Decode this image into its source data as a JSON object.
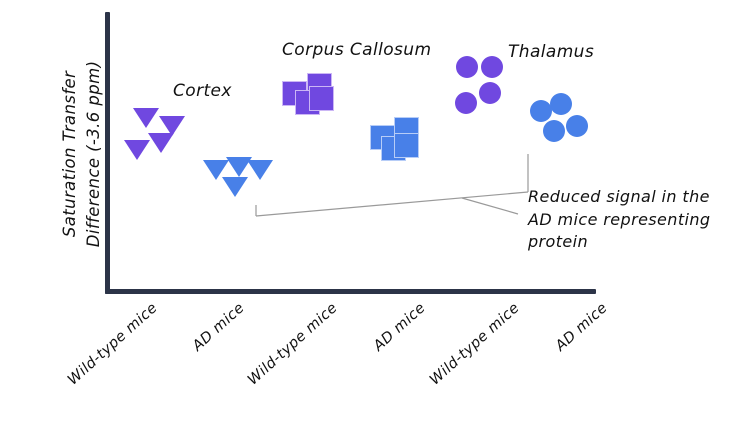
{
  "chart_data": {
    "type": "scatter",
    "title": "",
    "xlabel": "",
    "ylabel": "Saturation Transfer Difference (-3.6 ppm)",
    "grid": false,
    "legend": "none",
    "categories": [
      "Wild-type mice",
      "AD mice",
      "Wild-type mice",
      "AD mice",
      "Wild-type mice",
      "AD mice"
    ],
    "group_labels": [
      "Cortex",
      "Corpus Callosum",
      "Thalamus"
    ],
    "annotations": [
      "Reduced signal in the",
      "AD mice representing",
      "protein"
    ],
    "series": [
      {
        "name": "Cortex — Wild-type mice",
        "region": "Cortex",
        "genotype": "Wild-type mice",
        "marker": "triangle-down",
        "color": "#7048e0",
        "points": [
          {
            "x": 1,
            "y": 0.78
          },
          {
            "x": 1,
            "y": 0.72
          },
          {
            "x": 1,
            "y": 0.64
          },
          {
            "x": 1,
            "y": 0.6
          }
        ]
      },
      {
        "name": "Cortex — AD mice",
        "region": "Cortex",
        "genotype": "AD mice",
        "marker": "triangle-down",
        "color": "#4880e8",
        "points": [
          {
            "x": 2,
            "y": 0.52
          },
          {
            "x": 2,
            "y": 0.5
          },
          {
            "x": 2,
            "y": 0.49
          },
          {
            "x": 2,
            "y": 0.43
          }
        ]
      },
      {
        "name": "Corpus Callosum — Wild-type mice",
        "region": "Corpus Callosum",
        "genotype": "Wild-type mice",
        "marker": "square",
        "color": "#7048e0",
        "points": [
          {
            "x": 3,
            "y": 0.86
          },
          {
            "x": 3,
            "y": 0.83
          },
          {
            "x": 3,
            "y": 0.79
          },
          {
            "x": 3,
            "y": 0.76
          }
        ]
      },
      {
        "name": "Corpus Callosum — AD mice",
        "region": "Corpus Callosum",
        "genotype": "AD mice",
        "marker": "square",
        "color": "#4880e8",
        "points": [
          {
            "x": 4,
            "y": 0.63
          },
          {
            "x": 4,
            "y": 0.6
          },
          {
            "x": 4,
            "y": 0.57
          },
          {
            "x": 4,
            "y": 0.54
          }
        ]
      },
      {
        "name": "Thalamus — Wild-type mice",
        "region": "Thalamus",
        "genotype": "Wild-type mice",
        "marker": "circle",
        "color": "#7048e0",
        "points": [
          {
            "x": 5,
            "y": 0.92
          },
          {
            "x": 5,
            "y": 0.92
          },
          {
            "x": 5,
            "y": 0.84
          },
          {
            "x": 5,
            "y": 0.8
          }
        ]
      },
      {
        "name": "Thalamus — AD mice",
        "region": "Thalamus",
        "genotype": "AD mice",
        "marker": "circle",
        "color": "#4880e8",
        "points": [
          {
            "x": 6,
            "y": 0.8
          },
          {
            "x": 6,
            "y": 0.77
          },
          {
            "x": 6,
            "y": 0.72
          },
          {
            "x": 6,
            "y": 0.71
          }
        ]
      }
    ],
    "colors": {
      "wild_type": "#7048e0",
      "ad": "#4880e8",
      "axis": "#2c3448",
      "annotation_line": "#9a9a9a",
      "text": "#111111"
    }
  },
  "axis": {
    "y_title": "Saturation Transfer Difference (-3.6 ppm)",
    "y_title_line1": "Saturation Transfer",
    "y_title_line2": "Difference (-3.6 ppm)"
  },
  "xticks": [
    {
      "label": "Wild-type mice"
    },
    {
      "label": "AD mice"
    },
    {
      "label": "Wild-type mice"
    },
    {
      "label": "AD mice"
    },
    {
      "label": "Wild-type mice"
    },
    {
      "label": "AD mice"
    }
  ],
  "regions": [
    {
      "label": "Cortex"
    },
    {
      "label": "Corpus Callosum"
    },
    {
      "label": "Thalamus"
    }
  ],
  "annotation": {
    "line1": "Reduced signal in the",
    "line2": "AD mice representing",
    "line3": "protein"
  }
}
